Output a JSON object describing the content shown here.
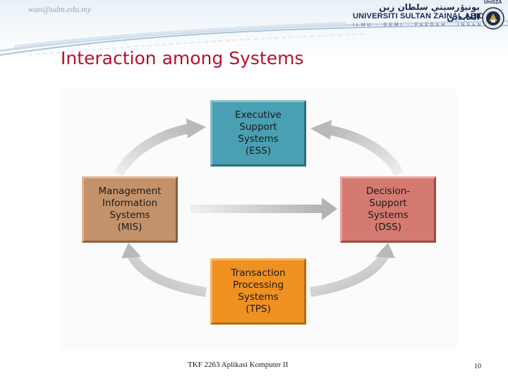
{
  "header": {
    "email": "wan@udm.edu.my",
    "logo_arabic": "يونيۏرسيتي سلطان زين العابدين",
    "logo_name": "UNIVERSITI SULTAN ZAINAL ABIDIN",
    "logo_motto": "ILMU · DEMI · FAEDAH · INSAN",
    "logo_mark_label": "UniSZA"
  },
  "slide": {
    "title": "Interaction among Systems"
  },
  "diagram": {
    "nodes": {
      "ess": "Executive\nSupport\nSystems\n(ESS)",
      "mis": "Management\nInformation\nSystems\n(MIS)",
      "dss": "Decision-\nSupport\nSystems\n(DSS)",
      "tps": "Transaction\nProcessing\nSystems\n(TPS)"
    },
    "colors": {
      "ess": "#4a9fb2",
      "mis": "#c4926a",
      "dss": "#d47a70",
      "tps": "#ef9120",
      "arrow": "#c8c8c8",
      "title": "#b5122c"
    }
  },
  "footer": {
    "course": "TKF 2263 Aplikasi Komputer II",
    "page": "10"
  }
}
